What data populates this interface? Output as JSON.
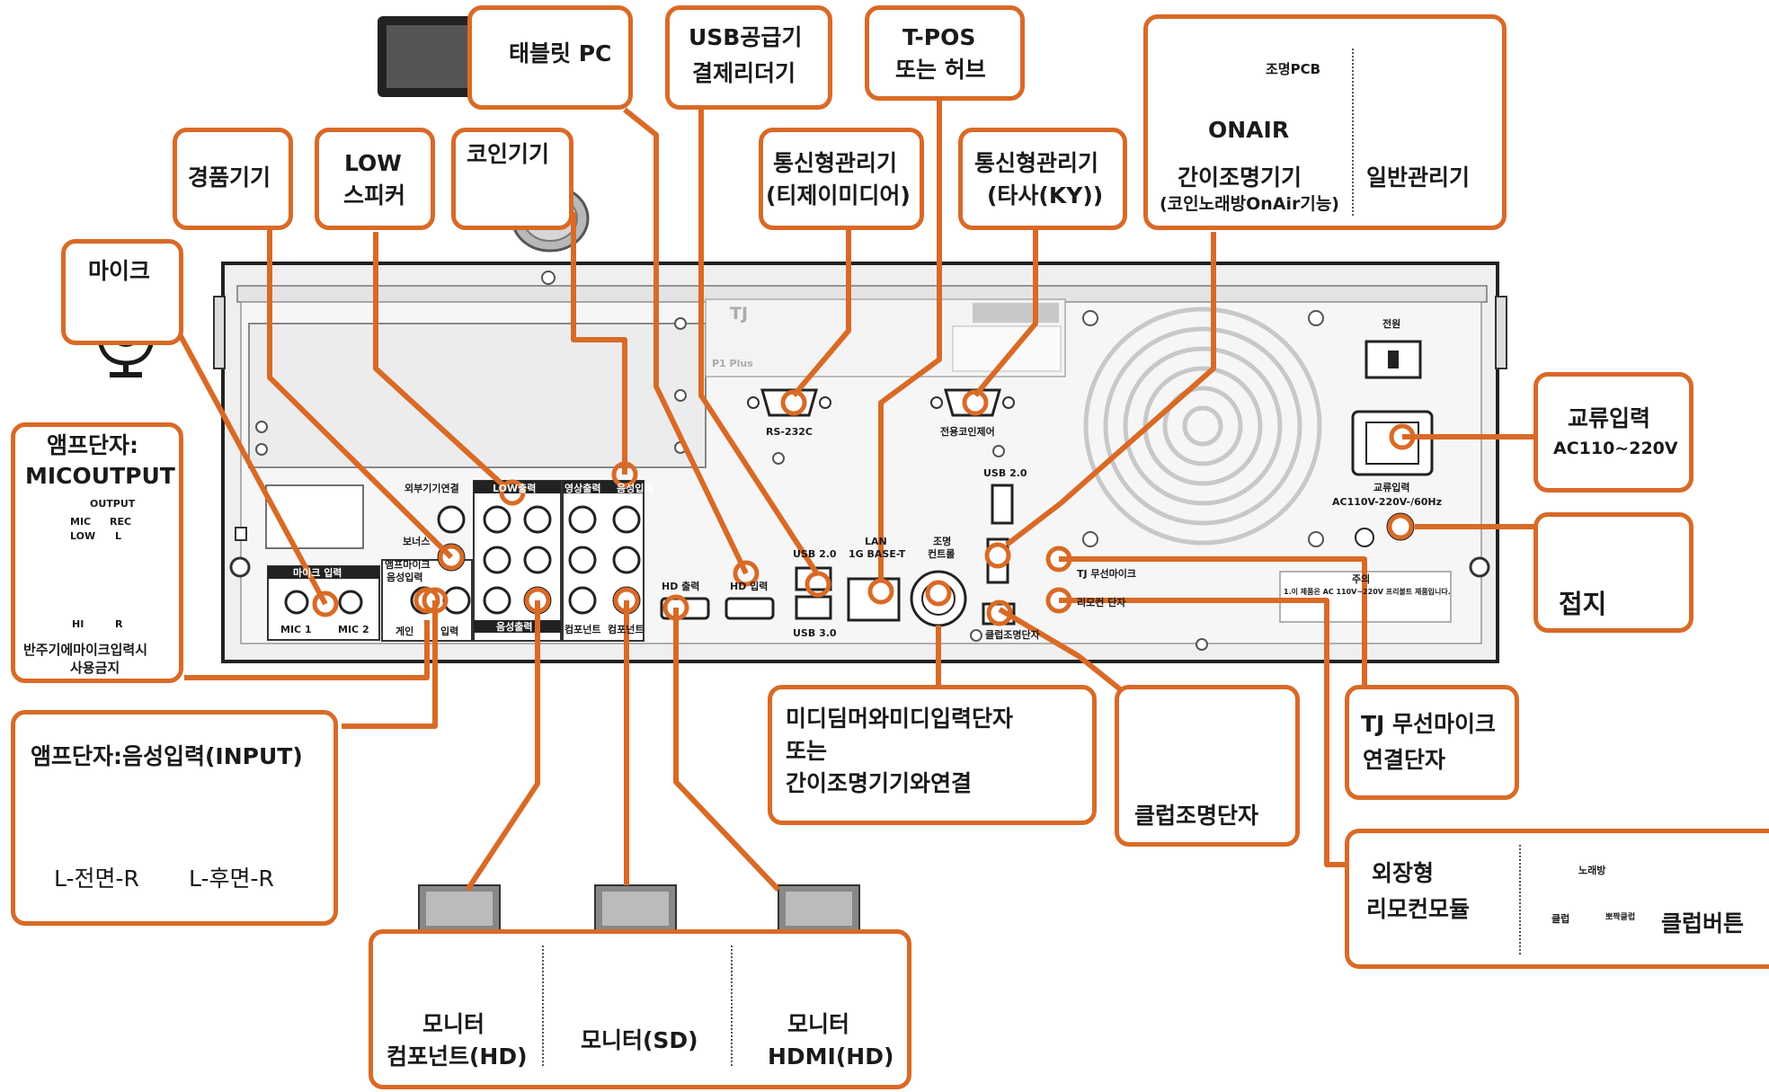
{
  "labels": {
    "tablet": "태블릿 PC",
    "usb_supply_1": "USB공급기",
    "usb_supply_2": "결제리더기",
    "tpos_1": "T-POS",
    "tpos_2": "또는 허브",
    "onair_pcb": "조명PCB",
    "onair": "ONAIR",
    "simple_light_1": "간이조명기기",
    "simple_light_2": "(코인노래방OnAir기능)",
    "general_mgr": "일반관리기",
    "prize": "경품기기",
    "low_1": "LOW",
    "low_2": "스피커",
    "coin": "코인기기",
    "comm_tj_1": "통신형관리기",
    "comm_tj_2": "(티제이미디어)",
    "comm_ky_1": "통신형관리기",
    "comm_ky_2": "(타사(KY))",
    "mic": "마이크",
    "amp_mic_1": "앰프단자:",
    "amp_mic_2": "MICOUTPUT",
    "amp_mic_warn_1": "반주기에마이크입력시",
    "amp_mic_warn_2": "사용금지",
    "ac_1": "교류입력",
    "ac_2": "AC110~220V",
    "ground": "접지",
    "amp_input": "앰프단자:음성입력(INPUT)",
    "front": "L-전면-R",
    "rear": "L-후면-R",
    "midi_1": "미디딤머와미디입력단자",
    "midi_2": "또는",
    "midi_3": "간이조명기기와연결",
    "club_light": "클럽조명단자",
    "tj_wireless_1": "TJ 무선마이크",
    "tj_wireless_2": "연결단자",
    "remote_1": "외장형",
    "remote_2": "리모컨모듈",
    "club_button": "클럽버튼",
    "mon_hd_1": "모니터",
    "mon_hd_2": "컴포넌트(HD)",
    "mon_sd": "모니터(SD)",
    "mon_hdmi_1": "모니터",
    "mon_hdmi_2": "HDMI(HD)"
  },
  "panel": {
    "brand": "TJ",
    "model": "P1 Plus",
    "rs232": "RS-232C",
    "coin_ctrl": "전용코인제어",
    "usb20_top": "USB 2.0",
    "usb20": "USB 2.0",
    "usb30": "USB 3.0",
    "lan_1": "LAN",
    "lan_2": "1G BASE-T",
    "light_ctrl_1": "조명",
    "light_ctrl_2": "컨트롤",
    "power": "전원",
    "ac_in_1": "교류입력",
    "ac_in_2": "AC110V-220V-/60Hz",
    "tj_wireless": "TJ 무선마이크",
    "remote": "리모컨 단자",
    "club_light": "클럽조명단자",
    "mic_input": "마이크 입력",
    "mic1": "MIC 1",
    "mic2": "MIC 2",
    "ext_conn": "외부기기연결",
    "low_out": "LOW출력",
    "video_out": "영상출력",
    "audio_in": "음성입력",
    "amp_mic_in_1": "앰프마이크",
    "amp_mic_in_2": "음성입력",
    "gain": "게인",
    "input": "입력",
    "audio_out": "음성출력",
    "component1": "컴포넌트",
    "component2": "컴포넌트",
    "hd_out": "HD 출력",
    "hd_in": "HD 입력",
    "bonus": "보너스",
    "note_title": "주의",
    "note_body": "1.이 제품은 AC 110V~220V 프리볼트 제품입니다."
  },
  "amp_strip": {
    "output": "OUTPUT",
    "mic": "MIC",
    "rec": "REC",
    "low": "LOW",
    "l": "L",
    "hi": "HI",
    "r": "R"
  },
  "buttons": {
    "karaoke": "노래방",
    "club": "클럽",
    "disco": "뽀짝클럽"
  },
  "colors": {
    "accent": "#d96a26",
    "panel": "#f2f2f2",
    "dark": "#2b2b2b"
  }
}
